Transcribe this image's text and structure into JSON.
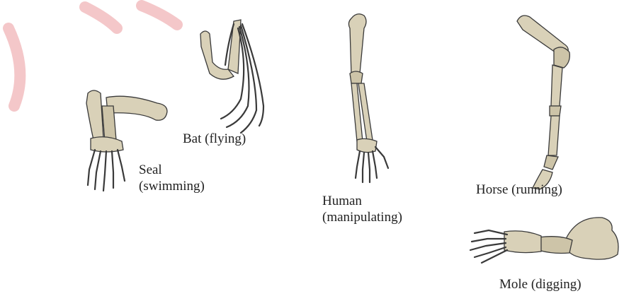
{
  "colors": {
    "bone": "#d9d1b8",
    "outline": "#3a3a3a",
    "watermark": "#f4c7c9",
    "background": "#ffffff"
  },
  "labels": {
    "bat": "Bat (flying)",
    "seal_1": "Seal",
    "seal_2": "(swimming)",
    "human_1": "Human",
    "human_2": "(manipulating)",
    "horse": "Horse (running)",
    "mole": "Mole (digging)"
  }
}
